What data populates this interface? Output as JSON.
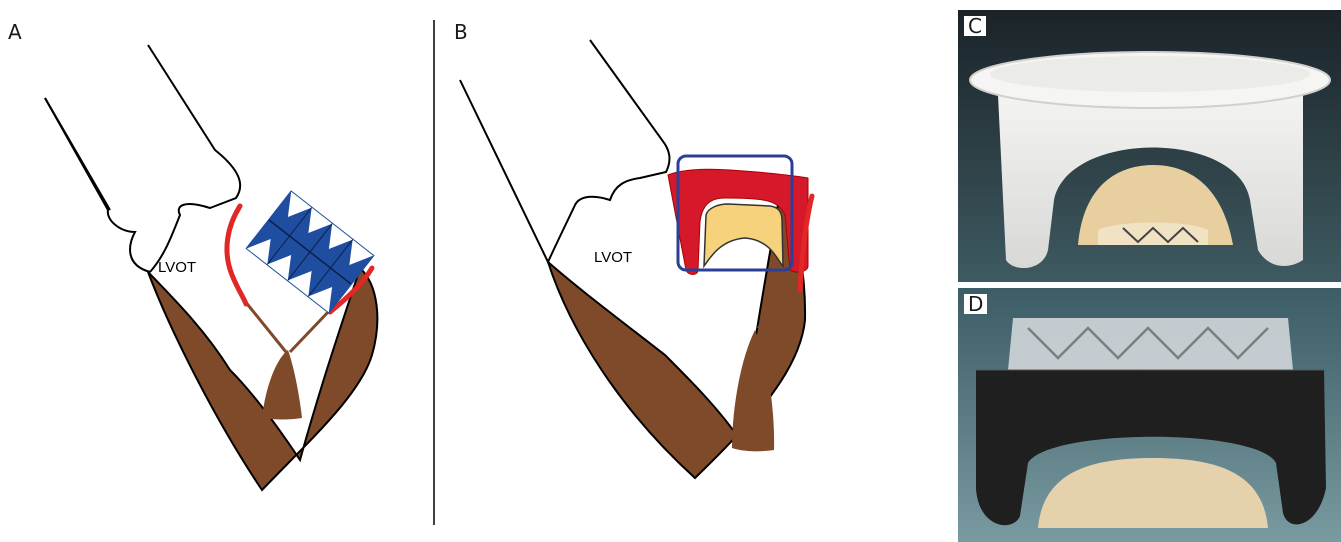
{
  "panels": {
    "a": {
      "letter": "A",
      "region_label": "LVOT"
    },
    "b": {
      "letter": "B",
      "region_label": "LVOT"
    },
    "c": {
      "letter": "C"
    },
    "d": {
      "letter": "D"
    }
  },
  "colors": {
    "myocardium": "#7f4a2a",
    "leaflet_red": "#e32626",
    "stent_blue": "#1f4ea1",
    "frame_blue": "#2a3f96",
    "anchor_red": "#d5192a",
    "ring_yellow": "#f7d27c",
    "photo_c_bg": "#2e4047",
    "photo_d_bg": "#5a7a83"
  }
}
